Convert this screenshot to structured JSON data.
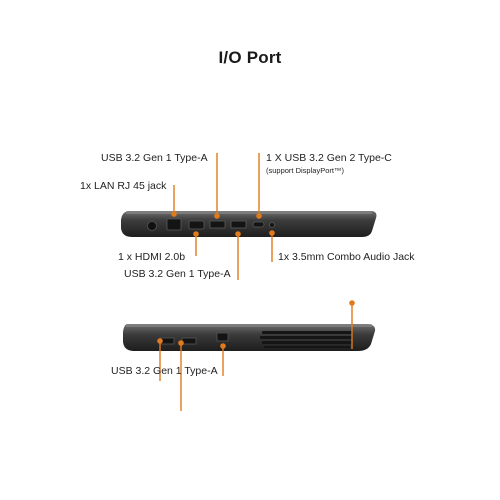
{
  "title": "I/O Port",
  "accent_color": "#e07a1c",
  "labels": {
    "usb_a_top": "USB 3.2 Gen 1 Type-A",
    "usb_c": "1 X USB 3.2 Gen 2 Type-C",
    "usb_c_note": "(support DisplayPort™)",
    "lan": "1x LAN RJ 45 jack",
    "hdmi": "1 x HDMI 2.0b",
    "audio": "1x 3.5mm Combo Audio Jack",
    "usb_a_mid": "USB 3.2 Gen 1 Type-A",
    "usb_a_bottom": "USB 3.2 Gen 1 Type-A"
  }
}
